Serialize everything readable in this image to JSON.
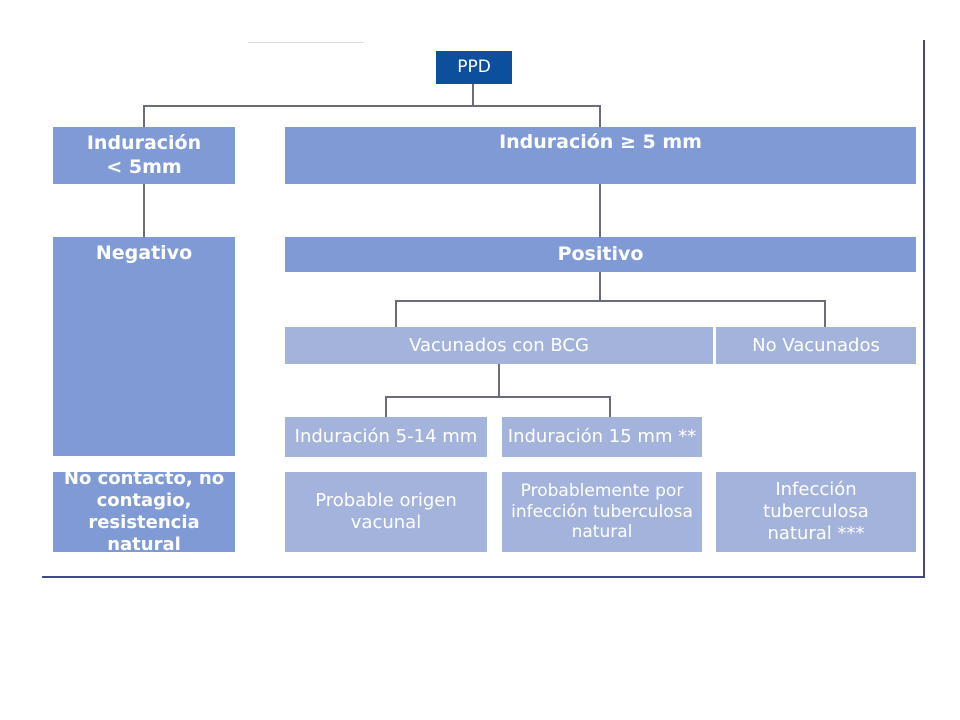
{
  "diagram": {
    "root": "PPD",
    "induracion_menor": "Induración < 5mm",
    "induracion_mayor": "Induración ≥ 5 mm",
    "negativo": "Negativo",
    "positivo": "Positivo",
    "vacunados": "Vacunados con BCG",
    "no_vacunados": "No Vacunados",
    "induracion_5_14": "Induración 5-14 mm",
    "induracion_15": "Induración 15 mm **",
    "no_contacto": "No contacto, no contagio, resistencia natural",
    "origen_vacunal": "Probable origen vacunal",
    "probablemente": "Probablemente por infección tuberculosa natural",
    "infeccion_natural": "Infección tuberculosa natural ***"
  },
  "colors": {
    "root_fill": "#0c4f9c",
    "dark_fill": "#7f9ad4",
    "light_fill": "#a4b3dc",
    "connector": "#6a6d78",
    "frame": "#3f4a86"
  }
}
